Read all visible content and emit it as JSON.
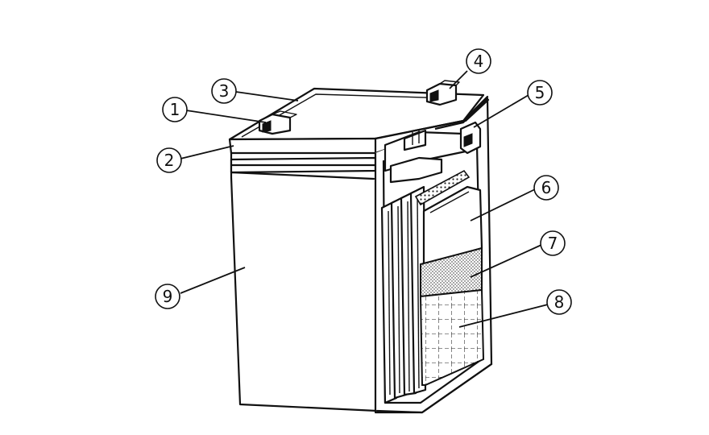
{
  "callouts": [
    {
      "id": "1",
      "label": "1"
    },
    {
      "id": "2",
      "label": "2"
    },
    {
      "id": "3",
      "label": "3"
    },
    {
      "id": "4",
      "label": "4"
    },
    {
      "id": "5",
      "label": "5"
    },
    {
      "id": "6",
      "label": "6"
    },
    {
      "id": "7",
      "label": "7"
    },
    {
      "id": "8",
      "label": "8"
    },
    {
      "id": "9",
      "label": "9"
    }
  ],
  "colors": {
    "line": "#111111",
    "background": "#ffffff",
    "separator_fill": "#e0e0e0"
  }
}
